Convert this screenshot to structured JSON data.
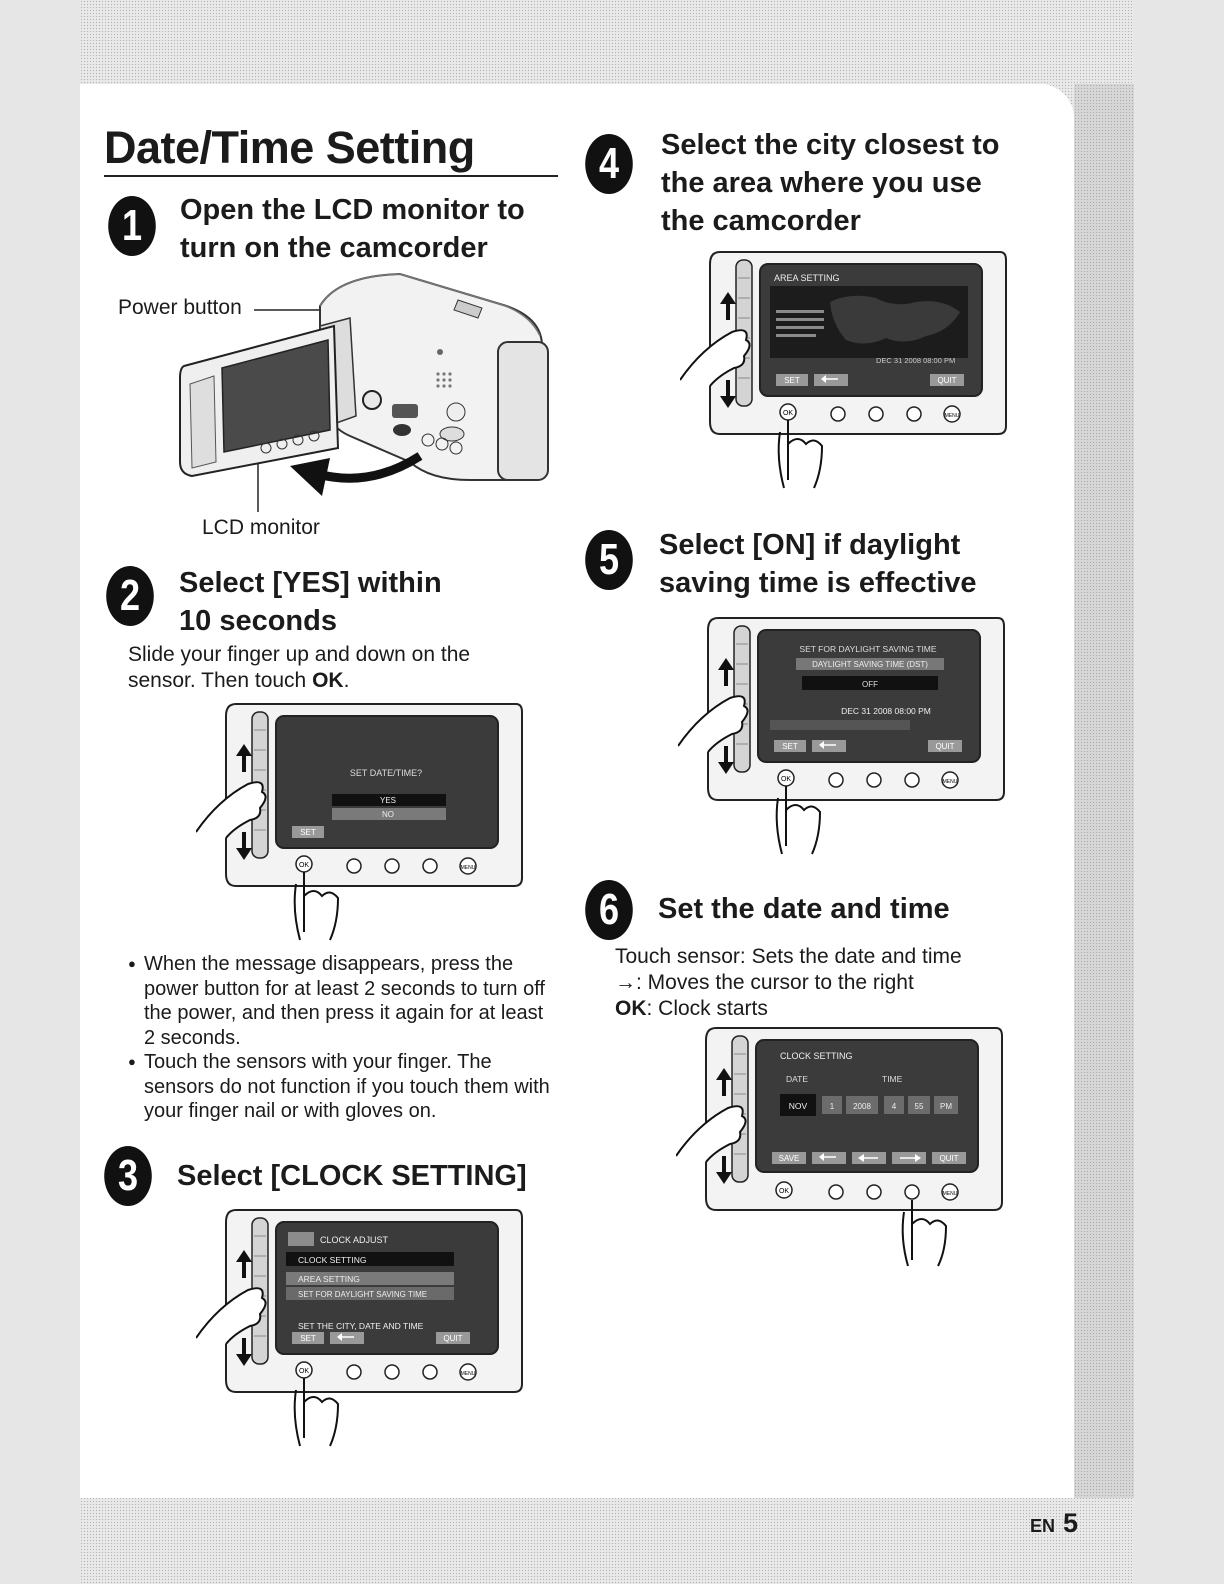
{
  "page": {
    "title": "Date/Time Setting",
    "lang": "EN",
    "number": "5"
  },
  "steps": [
    {
      "num": "1",
      "heading": [
        "Open the LCD monitor to",
        "turn on the camcorder"
      ],
      "callouts": {
        "power_button": "Power button",
        "lcd_monitor": "LCD monitor"
      }
    },
    {
      "num": "2",
      "heading": [
        "Select [YES] within",
        "10 seconds"
      ],
      "text_before": "Slide your finger up and down on the",
      "text_line2": "sensor. Then touch ",
      "text_bold": "OK",
      "text_after": ".",
      "screen": {
        "title": "SET DATE/TIME?",
        "options": [
          "YES",
          "NO"
        ],
        "button": "SET"
      },
      "notes": [
        "When the message disappears, press the power button for at least 2 seconds to turn off the power, and then press it again for at least 2 seconds.",
        "Touch the sensors with your finger. The sensors do not function if you touch them with your finger nail or with gloves on."
      ]
    },
    {
      "num": "3",
      "heading": [
        "Select [CLOCK SETTING]"
      ],
      "screen": {
        "menu_title": "CLOCK ADJUST",
        "items": [
          "CLOCK SETTING",
          "AREA SETTING",
          "SET FOR DAYLIGHT SAVING TIME"
        ],
        "hint": "SET THE CITY, DATE AND TIME",
        "buttons": [
          "SET",
          "QUIT"
        ]
      }
    },
    {
      "num": "4",
      "heading": [
        "Select the city closest to",
        "the area where you use",
        "the camcorder"
      ],
      "screen": {
        "title": "AREA SETTING",
        "datetime": "DEC 31 2008 08:00 PM",
        "buttons": [
          "SET",
          "QUIT"
        ]
      }
    },
    {
      "num": "5",
      "heading": [
        "Select [ON] if daylight",
        "saving time is effective"
      ],
      "screen": {
        "title": "SET FOR DAYLIGHT SAVING TIME",
        "subtitle": "DAYLIGHT SAVING TIME (DST)",
        "value": "OFF",
        "datetime": "DEC 31 2008  08:00 PM",
        "buttons": [
          "SET",
          "QUIT"
        ]
      }
    },
    {
      "num": "6",
      "heading": [
        "Set the date and time"
      ],
      "lines": [
        {
          "label": "",
          "text": "Touch sensor: Sets the date and time"
        },
        {
          "label": "→",
          "text": ": Moves the cursor to the right"
        },
        {
          "label": "OK",
          "text": ": Clock starts"
        }
      ],
      "screen": {
        "title": "CLOCK SETTING",
        "date_label": "DATE",
        "time_label": "TIME",
        "fields": [
          "NOV",
          "1",
          "2008",
          "4",
          "55",
          "PM"
        ],
        "buttons": [
          "SAVE",
          "QUIT"
        ]
      }
    }
  ],
  "lcd_ok_label": "OK",
  "lcd_menu_label": "MENU"
}
